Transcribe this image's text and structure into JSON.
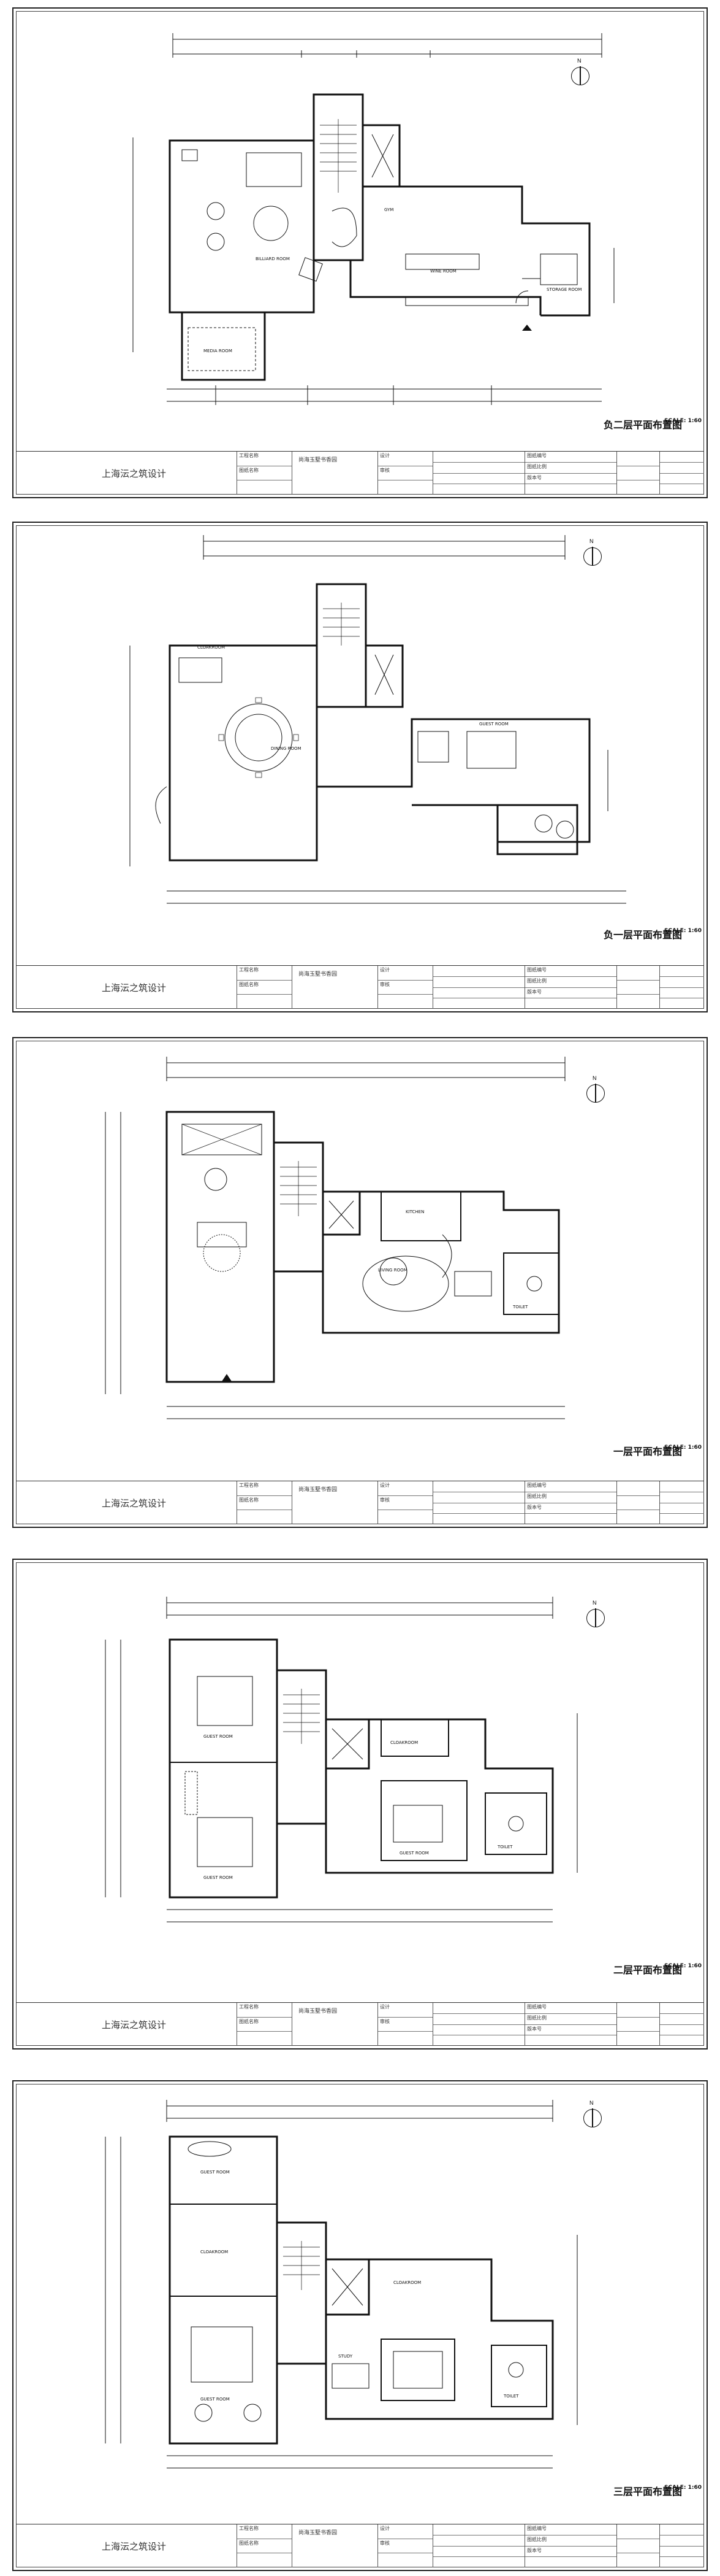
{
  "sheets": [
    {
      "title": "负二层平面布置图",
      "scale": "SCALE: 1:60",
      "id": "b2"
    },
    {
      "title": "负一层平面布置图",
      "scale": "SCALE: 1:60",
      "id": "b1"
    },
    {
      "title": "一层平面布置图",
      "scale": "SCALE: 1:60",
      "id": "f1"
    },
    {
      "title": "二层平面布置图",
      "scale": "SCALE: 1:60",
      "id": "f2"
    },
    {
      "title": "三层平面布置图",
      "scale": "SCALE: 1:60",
      "id": "f3"
    }
  ],
  "titleblock": {
    "company": "上海沄之筑设计",
    "project": "尚海玉墅书香园",
    "labels": [
      "工程名称",
      "图纸名称",
      "设计",
      "审核",
      "图纸编号",
      "图纸比例",
      "版本号"
    ]
  },
  "rooms": {
    "b2": [
      "BILLIARD ROOM",
      "WINE ROOM",
      "STORAGE ROOM",
      "GYM",
      "MEDIA ROOM"
    ],
    "b1": [
      "DINING ROOM",
      "GUEST ROOM",
      "CLOAKROOM"
    ],
    "f1": [
      "LIVING ROOM",
      "KITCHEN",
      "TOILET"
    ],
    "f2": [
      "GUEST ROOM",
      "GUEST ROOM",
      "CLOAKROOM",
      "GUEST ROOM",
      "TOILET"
    ],
    "f3": [
      "GUEST ROOM",
      "CLOAKROOM",
      "CLOAKROOM",
      "GUEST ROOM",
      "STUDY",
      "TOILET"
    ]
  },
  "north_label": "N"
}
